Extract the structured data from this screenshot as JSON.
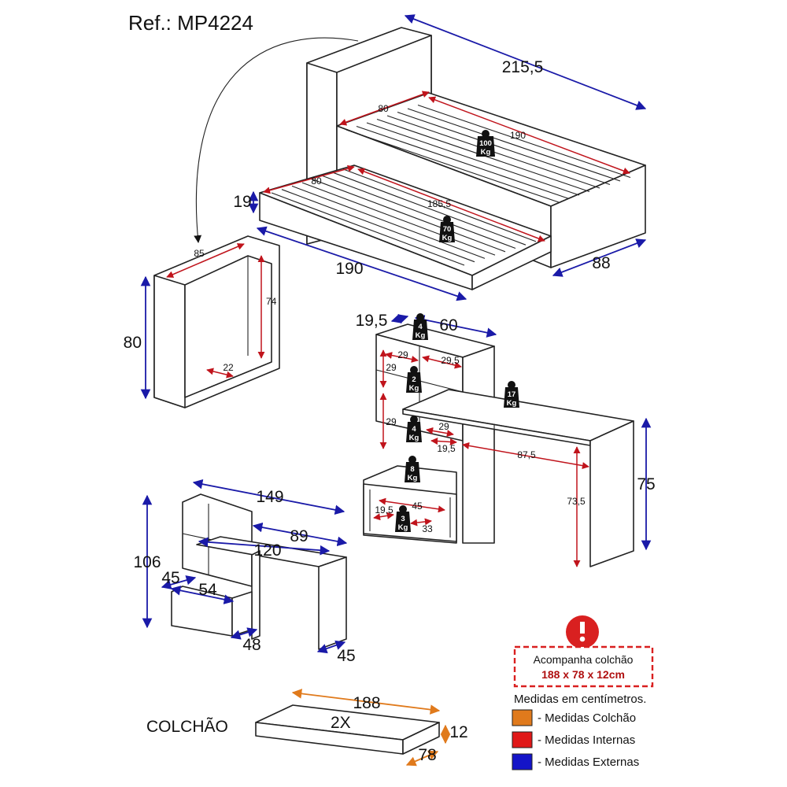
{
  "reference": "Ref.: MP4224",
  "colors": {
    "external": "#1a1aa8",
    "internal": "#c0141c",
    "mattress": "#e07a1c",
    "notice": "#d92020"
  },
  "bed": {
    "length_top": "215,5",
    "inner_width_top": "80",
    "inner_length_top": "190",
    "load_top": {
      "value": "100",
      "unit": "Kg"
    },
    "trundle_height": "19",
    "inner_width_trundle": "80",
    "inner_length_trundle": "185,5",
    "load_trundle": {
      "value": "70",
      "unit": "Kg"
    },
    "length_bottom": "190",
    "depth": "88"
  },
  "headboard": {
    "width_inner": "85",
    "height_outer": "80",
    "height_inner": "74",
    "depth_inner": "22"
  },
  "desk_detail": {
    "shelf_depth": "19,5",
    "top_width": "60",
    "load_top": {
      "value": "4",
      "unit": "Kg"
    },
    "niche_width_1": "29",
    "niche_width_2": "29,5",
    "niche_height_1": "29",
    "load_niche": {
      "value": "2",
      "unit": "Kg"
    },
    "load_desk": {
      "value": "17",
      "unit": "Kg"
    },
    "niche_height_2": "29",
    "niche_width_3": "29",
    "load_niche_2": {
      "value": "4",
      "unit": "Kg"
    },
    "niche_depth": "19,5",
    "desk_inner_width": "87,5",
    "load_shelf": {
      "value": "8",
      "unit": "Kg"
    },
    "drawer_width": "45",
    "drawer_depth": "19,5",
    "load_drawer": {
      "value": "3",
      "unit": "Kg"
    },
    "drawer_height": "33",
    "desk_inner_height": "73,5",
    "desk_height": "75"
  },
  "desk_overall": {
    "total_width": "149",
    "top_width": "89",
    "desk_width": "120",
    "height": "106",
    "cabinet_depth": "45",
    "cabinet_width": "54",
    "base_depth": "48",
    "desk_depth": "45"
  },
  "mattress": {
    "label": "COLCHÃO",
    "quantity": "2X",
    "length": "188",
    "height": "12",
    "width": "78"
  },
  "notice": {
    "line1": "Acompanha colchão",
    "line2": "188 x 78 x 12cm"
  },
  "legend": {
    "title": "Medidas em centímetros.",
    "items": [
      {
        "color": "#e07a1c",
        "label": "- Medidas Colchão"
      },
      {
        "color": "#e01818",
        "label": "- Medidas Internas"
      },
      {
        "color": "#1414c8",
        "label": "- Medidas Externas"
      }
    ]
  }
}
